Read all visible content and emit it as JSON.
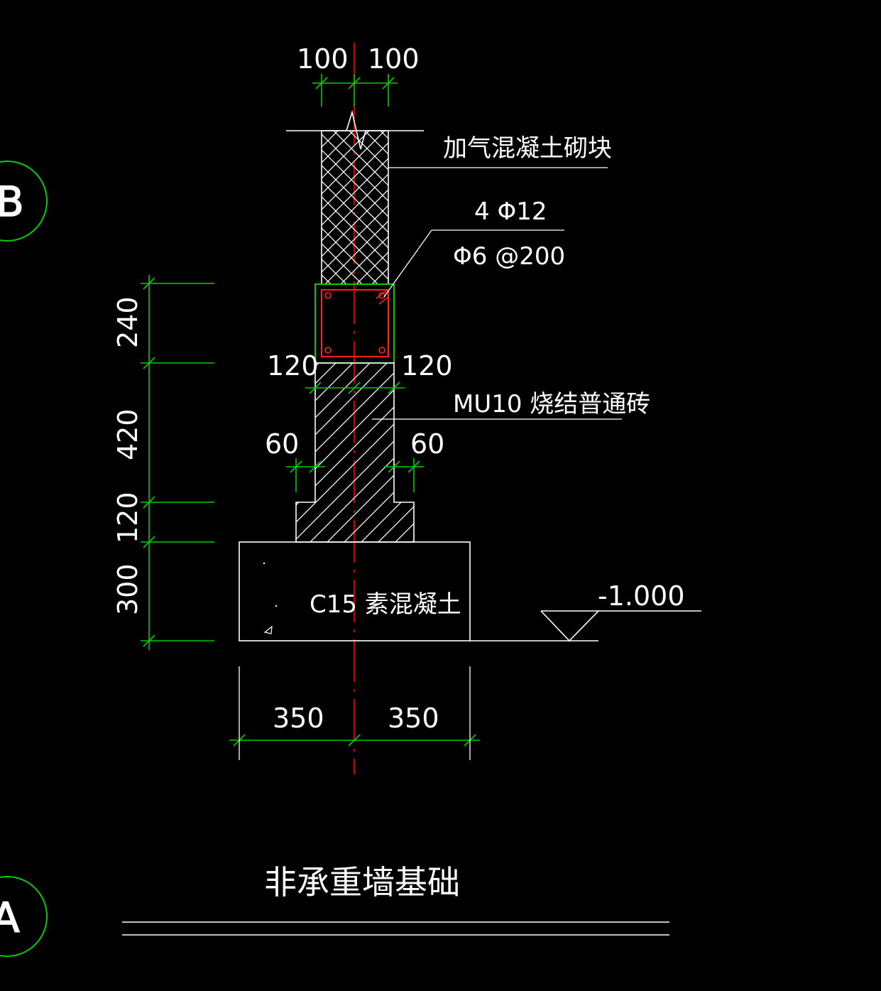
{
  "drawing": {
    "title": "非承重墙基础",
    "colors": {
      "background": "#000000",
      "outline": "#ffffff",
      "dimension": "#00cc00",
      "axis": "#ff0000",
      "rebar": "#ff2020"
    },
    "grid_bubbles": [
      "B",
      "A"
    ],
    "labels": {
      "aerated_block": "加气混凝土砌块",
      "rebar_main": "4 Φ12",
      "rebar_stirrup": "Φ6 @200",
      "brick": "MU10 烧结普通砖",
      "concrete": "C15 素混凝土",
      "elevation": "-1.000"
    },
    "dims": {
      "top_left": "100",
      "top_right": "100",
      "beam_left": "120",
      "beam_right": "120",
      "step_left": "60",
      "step_right": "60",
      "bottom_left": "350",
      "bottom_right": "350",
      "v_beam": "240",
      "v_brick": "420",
      "v_step": "120",
      "v_found": "300"
    }
  }
}
